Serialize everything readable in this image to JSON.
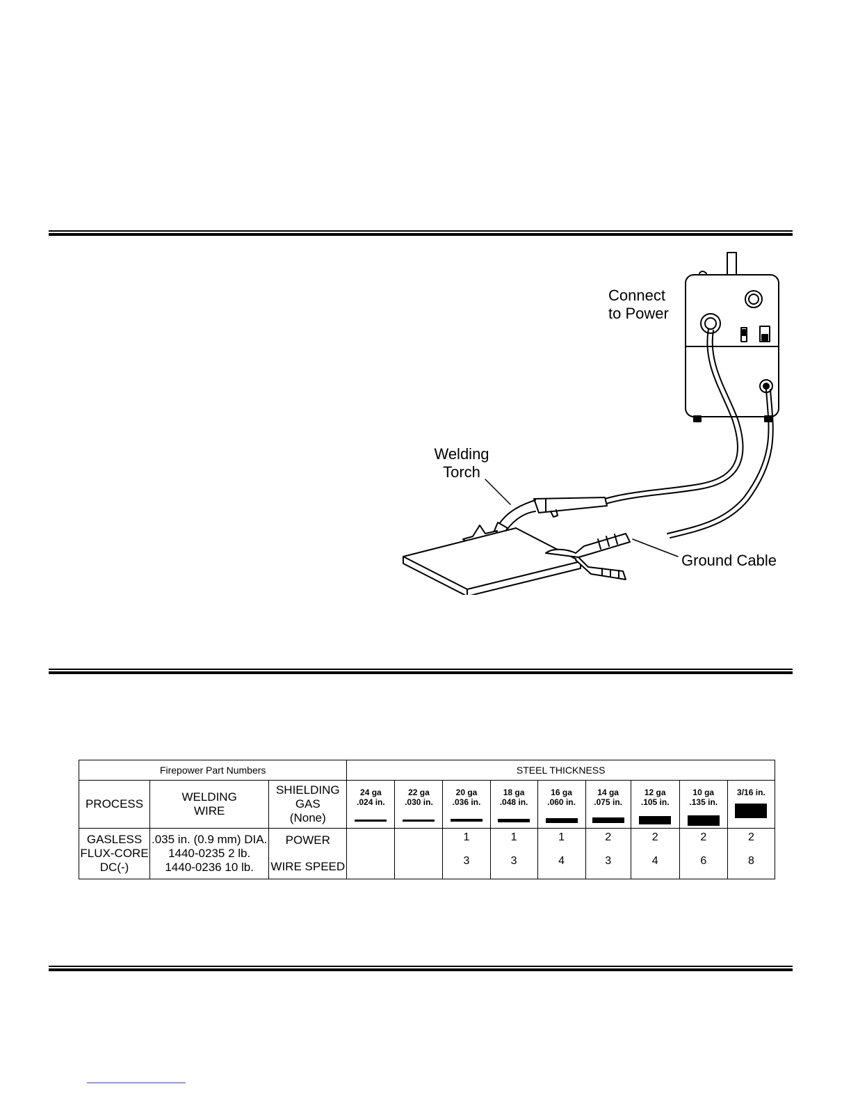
{
  "figure": {
    "labels": {
      "connect_power": "Connect\nto Power",
      "welding_torch": "Welding\nTorch",
      "ground_cable": "Ground Cable"
    }
  },
  "table": {
    "part_numbers_header": "Firepower Part Numbers",
    "steel_thickness_header": "STEEL THICKNESS",
    "process_header": "PROCESS",
    "wire_header": "WELDING\nWIRE",
    "gas_header": "SHIELDING\nGAS\n(None)",
    "thicknesses": [
      {
        "ga": "24 ga",
        "in": ".024 in.",
        "weight": 0.024
      },
      {
        "ga": "22 ga",
        "in": ".030 in.",
        "weight": 0.03
      },
      {
        "ga": "20 ga",
        "in": ".036 in.",
        "weight": 0.036
      },
      {
        "ga": "18 ga",
        "in": ".048 in.",
        "weight": 0.048
      },
      {
        "ga": "16 ga",
        "in": ".060 in.",
        "weight": 0.06
      },
      {
        "ga": "14 ga",
        "in": ".075 in.",
        "weight": 0.075
      },
      {
        "ga": "12 ga",
        "in": ".105 in.",
        "weight": 0.105
      },
      {
        "ga": "10 ga",
        "in": ".135 in.",
        "weight": 0.135
      },
      {
        "ga": "3/16 in.",
        "in": "",
        "weight": 0.1875
      }
    ],
    "process": "GASLESS\nFLUX-CORE\nDC(-)",
    "wire": ".035 in. (0.9 mm) DIA.\n1440-0235 2 lb.\n1440-0236 10 lb.",
    "power_label": "POWER",
    "wire_speed_label": "WIRE SPEED",
    "power": [
      "",
      "",
      "1",
      "1",
      "1",
      "2",
      "2",
      "2",
      "2"
    ],
    "wire_speed": [
      "",
      "",
      "3",
      "3",
      "4",
      "3",
      "4",
      "6",
      "8"
    ]
  }
}
